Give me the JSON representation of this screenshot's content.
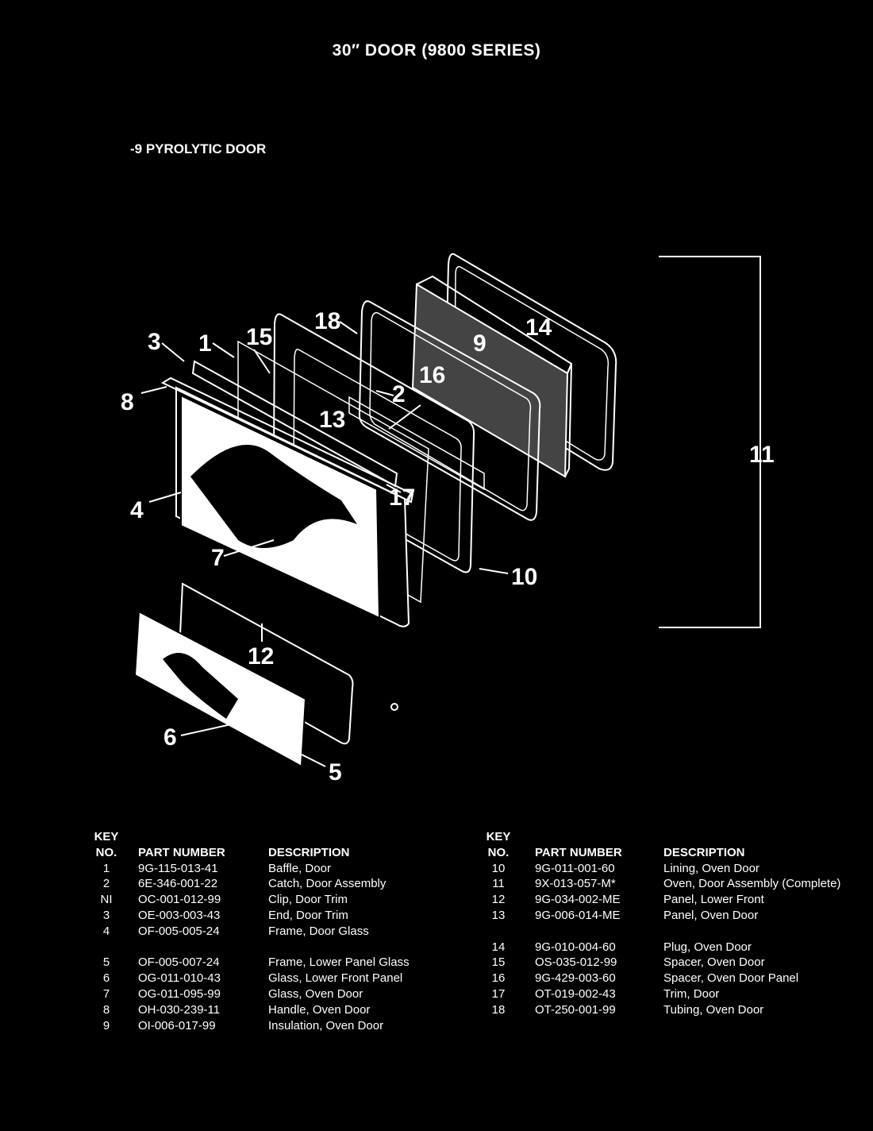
{
  "header": {
    "title": "30″ DOOR (9800 SERIES)",
    "subtitle": "-9 PYROLYTIC DOOR"
  },
  "diagram": {
    "callouts": [
      "1",
      "2",
      "3",
      "4",
      "5",
      "6",
      "7",
      "8",
      "9",
      "10",
      "11",
      "12",
      "13",
      "14",
      "15",
      "16",
      "17",
      "18"
    ]
  },
  "parts_table": {
    "headers": {
      "key_line1": "KEY",
      "key_line2": "NO.",
      "part": "PART NUMBER",
      "desc": "DESCRIPTION"
    },
    "left": [
      {
        "key": "1",
        "part": "9G-115-013-41",
        "desc": "Baffle, Door"
      },
      {
        "key": "2",
        "part": "6E-346-001-22",
        "desc": "Catch, Door Assembly"
      },
      {
        "key": "NI",
        "part": "OC-001-012-99",
        "desc": "Clip, Door Trim"
      },
      {
        "key": "3",
        "part": "OE-003-003-43",
        "desc": "End, Door Trim"
      },
      {
        "key": "4",
        "part": "OF-005-005-24",
        "desc": "Frame, Door Glass"
      },
      {
        "key": "",
        "part": "",
        "desc": ""
      },
      {
        "key": "5",
        "part": "OF-005-007-24",
        "desc": "Frame, Lower Panel Glass"
      },
      {
        "key": "6",
        "part": "OG-011-010-43",
        "desc": "Glass, Lower Front Panel"
      },
      {
        "key": "7",
        "part": "OG-011-095-99",
        "desc": "Glass, Oven Door"
      },
      {
        "key": "8",
        "part": "OH-030-239-11",
        "desc": "Handle, Oven Door"
      },
      {
        "key": "9",
        "part": "OI-006-017-99",
        "desc": "Insulation, Oven Door"
      }
    ],
    "right": [
      {
        "key": "10",
        "part": "9G-011-001-60",
        "desc": "Lining, Oven Door"
      },
      {
        "key": "11",
        "part": "9X-013-057-M*",
        "desc": "Oven, Door Assembly (Complete)"
      },
      {
        "key": "12",
        "part": "9G-034-002-ME",
        "desc": "Panel, Lower Front"
      },
      {
        "key": "13",
        "part": "9G-006-014-ME",
        "desc": "Panel, Oven Door"
      },
      {
        "key": "",
        "part": "",
        "desc": ""
      },
      {
        "key": "14",
        "part": "9G-010-004-60",
        "desc": "Plug, Oven Door"
      },
      {
        "key": "15",
        "part": "OS-035-012-99",
        "desc": "Spacer, Oven Door"
      },
      {
        "key": "16",
        "part": "9G-429-003-60",
        "desc": "Spacer, Oven Door Panel"
      },
      {
        "key": "17",
        "part": "OT-019-002-43",
        "desc": "Trim, Door"
      },
      {
        "key": "18",
        "part": "OT-250-001-99",
        "desc": "Tubing, Oven Door"
      }
    ]
  }
}
